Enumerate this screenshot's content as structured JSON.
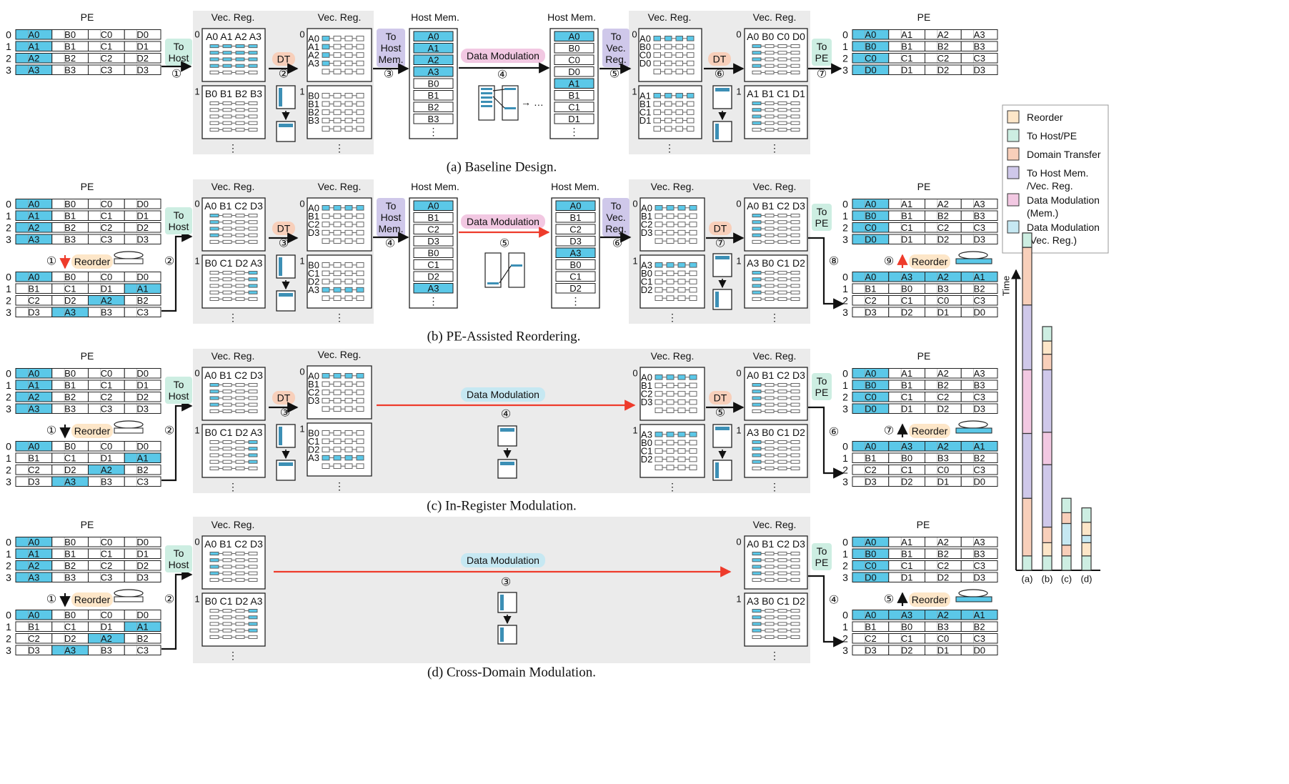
{
  "labels": {
    "pe": "PE",
    "vec_reg": "Vec. Reg.",
    "host_mem": "Host Mem.",
    "dt": "DT",
    "to_host": [
      "To",
      "Host"
    ],
    "to_pe": [
      "To",
      "PE"
    ],
    "to_host_mem": [
      "To",
      "Host",
      "Mem."
    ],
    "to_vec_reg": [
      "To",
      "Vec.",
      "Reg."
    ],
    "data_modulation": "Data Modulation",
    "reorder": "Reorder",
    "ellipsis": "⋮",
    "more": "→ …",
    "time": "Time"
  },
  "rows": [
    "0",
    "1",
    "2",
    "3"
  ],
  "pe_original": [
    [
      "A0",
      "B0",
      "C0",
      "D0"
    ],
    [
      "A1",
      "B1",
      "C1",
      "D1"
    ],
    [
      "A2",
      "B2",
      "C2",
      "D2"
    ],
    [
      "A3",
      "B3",
      "C3",
      "D3"
    ]
  ],
  "pe_result": [
    [
      "A0",
      "A1",
      "A2",
      "A3"
    ],
    [
      "B0",
      "B1",
      "B2",
      "B3"
    ],
    [
      "C0",
      "C1",
      "C2",
      "C3"
    ],
    [
      "D0",
      "D1",
      "D2",
      "D3"
    ]
  ],
  "pe_reordered_in": [
    [
      "A0",
      "B0",
      "C0",
      "D0"
    ],
    [
      "B1",
      "C1",
      "D1",
      "A1"
    ],
    [
      "C2",
      "D2",
      "A2",
      "B2"
    ],
    [
      "D3",
      "A3",
      "B3",
      "C3"
    ]
  ],
  "pe_reordered_out": [
    [
      "A0",
      "A3",
      "A2",
      "A1"
    ],
    [
      "B1",
      "B0",
      "B3",
      "B2"
    ],
    [
      "C2",
      "C1",
      "C0",
      "C3"
    ],
    [
      "D3",
      "D2",
      "D1",
      "D0"
    ]
  ],
  "vec_labels": {
    "a_in0": [
      "A0 A1 A2 A3",
      "A0",
      "A1",
      "A2",
      "A3"
    ],
    "a_in1": [
      "B0 B1 B2 B3",
      "B0",
      "B1",
      "B2",
      "B3"
    ],
    "a_mid0": [
      "A0",
      "A1",
      "A2",
      "A3"
    ],
    "a_mid1": [
      "B0",
      "B1",
      "B2",
      "B3"
    ],
    "a_out_in0": [
      "A0",
      "B0",
      "C0",
      "D0"
    ],
    "a_out_in1": [
      "A1",
      "B1",
      "C1",
      "D1"
    ],
    "a_out0": "A0 B0 C0 D0",
    "a_out1": "A1 B1 C1 D1",
    "r_in0": "A0 B1 C2 D3",
    "r_in1": "B0 C1 D2 A3",
    "r_mid0": [
      "A0",
      "B1",
      "C2",
      "D3"
    ],
    "r_mid1": [
      "B0",
      "C1",
      "D2",
      "A3"
    ],
    "r_out_in0": [
      "A0",
      "B1",
      "C2",
      "D3"
    ],
    "r_out_in1": [
      "A3",
      "B0",
      "C1",
      "D2"
    ],
    "r_out0": "A0 B1 C2 D3",
    "r_out1": "A3 B0 C1 D2"
  },
  "host_mem_a_in": [
    "A0",
    "A1",
    "A2",
    "A3",
    "B0",
    "B1",
    "B2",
    "B3"
  ],
  "host_mem_a_out": [
    "A0",
    "B0",
    "C0",
    "D0",
    "A1",
    "B1",
    "C1",
    "D1"
  ],
  "host_mem_b_in": [
    "A0",
    "B1",
    "C2",
    "D3",
    "B0",
    "C1",
    "D2",
    "A3"
  ],
  "host_mem_b_out": [
    "A0",
    "B1",
    "C2",
    "D3",
    "A3",
    "B0",
    "C1",
    "D2"
  ],
  "steps": {
    "a": [
      "①",
      "②",
      "③",
      "④",
      "⑤",
      "⑥",
      "⑦"
    ],
    "b": [
      "①",
      "②",
      "③",
      "④",
      "⑤",
      "⑥",
      "⑦",
      "⑧",
      "⑨"
    ],
    "c": [
      "①",
      "②",
      "③",
      "④",
      "⑤",
      "⑥",
      "⑦"
    ],
    "d": [
      "①",
      "②",
      "③",
      "④",
      "⑤"
    ]
  },
  "captions": {
    "a": "(a) Baseline Design.",
    "b": "(b) PE-Assisted Reordering.",
    "c": "(c) In-Register Modulation.",
    "d": "(d) Cross-Domain Modulation."
  },
  "legend": [
    {
      "label": [
        "Reorder"
      ],
      "color": "#fde6c8"
    },
    {
      "label": [
        "To Host/PE"
      ],
      "color": "#cdeee2"
    },
    {
      "label": [
        "Domain Transfer"
      ],
      "color": "#f8cfba"
    },
    {
      "label": [
        "To Host Mem.",
        "/Vec. Reg."
      ],
      "color": "#cfc8ea"
    },
    {
      "label": [
        "Data Modulation",
        "(Mem.)"
      ],
      "color": "#f2c8e2"
    },
    {
      "label": [
        "Data Modulation",
        "(Vec. Reg.)"
      ],
      "color": "#c6e8f2"
    }
  ],
  "colors": {
    "cyan": "#5bc8e8",
    "red_arrow": "#ee3b2b",
    "panel_bg": "#ebebeb",
    "to_host": "#cdeee2",
    "dt": "#f8cfba",
    "to_mem": "#cfc8ea",
    "dm_mem": "#f2c8e2",
    "dm_reg": "#c6e8f2",
    "reorder": "#fde6c8"
  },
  "chart_data": {
    "type": "bar",
    "categories": [
      "(a)",
      "(b)",
      "(c)",
      "(d)"
    ],
    "ylabel": "Time",
    "stack_order": [
      "To Host/PE",
      "Reorder",
      "Domain Transfer",
      "To Host Mem./Vec. Reg.",
      "Data Modulation (Mem.)",
      "Data Modulation (Vec. Reg.)"
    ],
    "series": [
      {
        "name": "To Host/PE",
        "values": [
          [
            1.2,
            1.2
          ],
          [
            1.2,
            1.2
          ],
          [
            1.2,
            1.2
          ],
          [
            1.2,
            1.2
          ]
        ]
      },
      {
        "name": "Reorder",
        "values": [
          [],
          [
            1.1,
            1.1
          ],
          [],
          [
            1.1,
            1.1
          ]
        ]
      },
      {
        "name": "Domain Transfer",
        "values": [
          [
            4.8,
            4.8
          ],
          [
            1.3,
            1.3
          ],
          [
            0.9,
            0.9
          ],
          []
        ]
      },
      {
        "name": "To Host Mem./Vec. Reg.",
        "values": [
          [
            5.4,
            5.4
          ],
          [
            5.2,
            5.2
          ],
          [],
          []
        ]
      },
      {
        "name": "Data Modulation (Mem.)",
        "values": [
          [
            5.3
          ],
          [
            2.7
          ],
          [],
          []
        ]
      },
      {
        "name": "Data Modulation (Vec. Reg.)",
        "values": [
          [],
          [],
          [
            1.8
          ],
          [
            0.6
          ]
        ]
      }
    ]
  }
}
